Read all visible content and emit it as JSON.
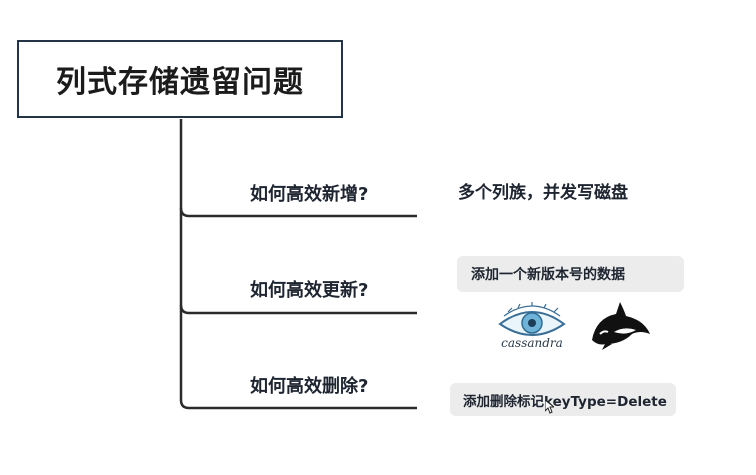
{
  "title": "列式存储遗留问题",
  "branches": [
    {
      "question": "如何高效新增?",
      "answer": "多个列族，并发写磁盘"
    },
    {
      "question": "如何高效更新?",
      "answer": "添加一个新版本号的数据"
    },
    {
      "question": "如何高效删除?",
      "answer": "添加删除标记keyType=Delete"
    }
  ],
  "logos": {
    "cassandra_label": "cassandra",
    "cassandra_icon": "cassandra-eye-icon",
    "orca_icon": "orca-whale-icon"
  },
  "colors": {
    "line": "#2b2b2b",
    "border": "#243447",
    "pill": "#ececec",
    "text": "#1e2530"
  }
}
